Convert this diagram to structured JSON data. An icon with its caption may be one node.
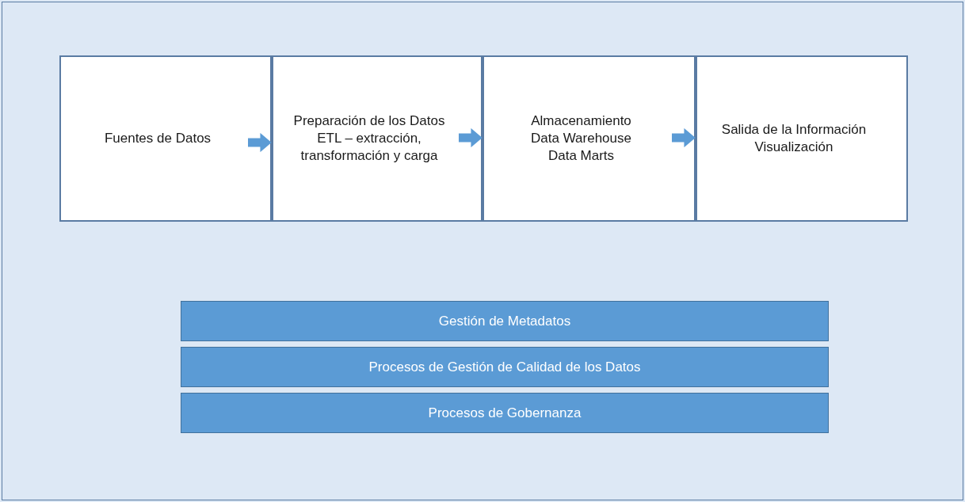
{
  "diagram": {
    "nodes": [
      {
        "text": [
          "Fuentes de Datos"
        ]
      },
      {
        "text": [
          "Preparación de los Datos",
          "ETL – extracción, transformación y carga"
        ]
      },
      {
        "text": [
          "Almacenamiento",
          "Data Warehouse",
          "Data Marts"
        ]
      },
      {
        "text": [
          "Salida de la Información",
          "Visualización"
        ]
      },
      {
        "text": [
          "Gestión de Metadatos"
        ]
      },
      {
        "text": [
          "Procesos de Gestión de Calidad de los Datos"
        ]
      },
      {
        "text": [
          "Procesos de Gobernanza"
        ]
      }
    ],
    "edges": [
      {
        "from": 0,
        "to": 1,
        "arrow": "to"
      },
      {
        "from": 1,
        "to": 2,
        "arrow": "to"
      },
      {
        "from": 2,
        "to": 3,
        "arrow": "to"
      }
    ]
  }
}
